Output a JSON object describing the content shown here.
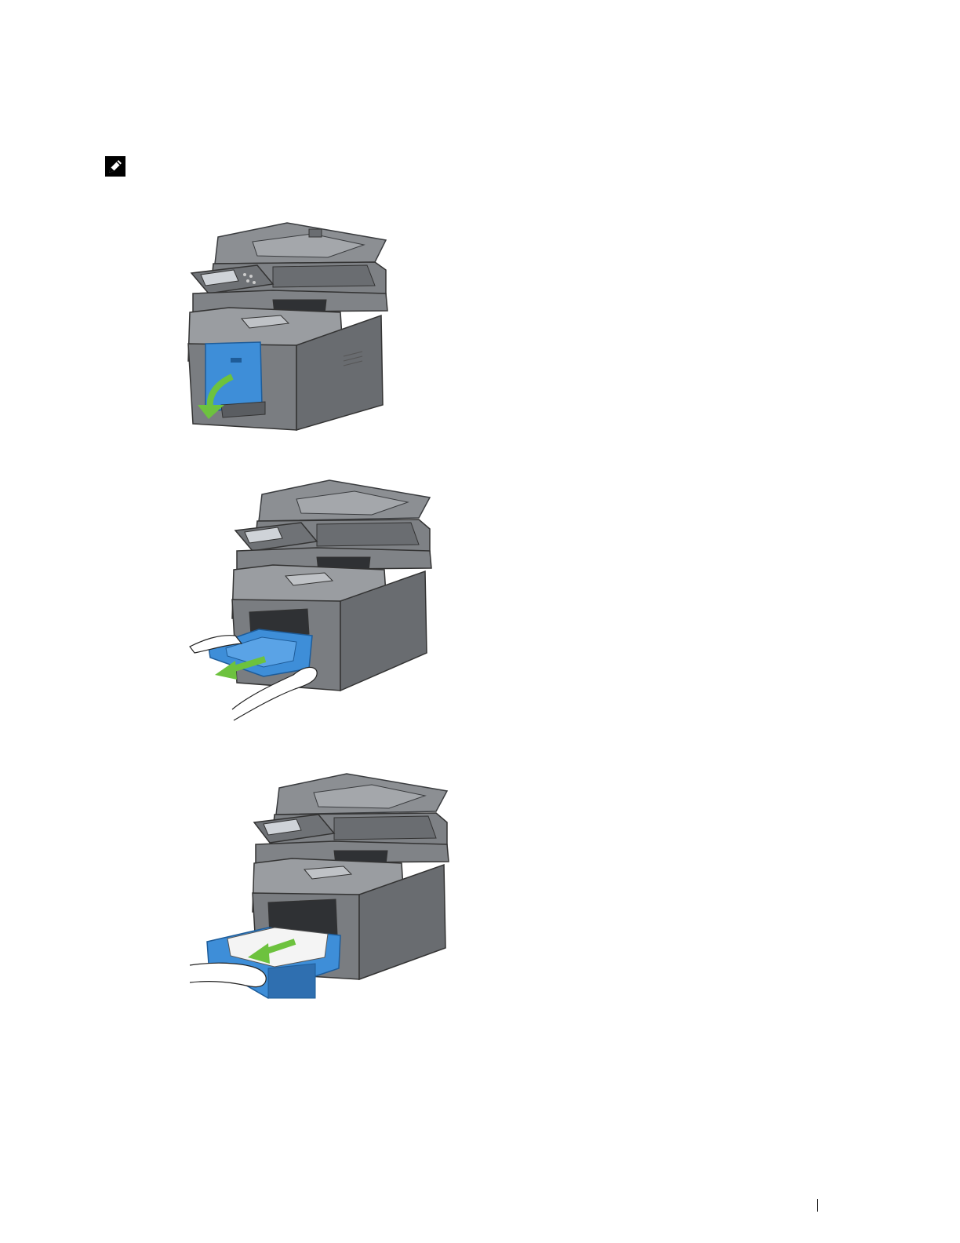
{
  "page": {
    "note": {
      "icon": "pencil-note-icon"
    },
    "figures": [
      {
        "name": "step-open-mpf-cover",
        "accent": "#3E8ED8",
        "arrow": "#6DC23E"
      },
      {
        "name": "step-pull-out-mpf",
        "accent": "#3E8ED8",
        "arrow": "#6DC23E"
      },
      {
        "name": "step-pull-out-tray",
        "accent": "#3E8ED8",
        "arrow": "#6DC23E"
      }
    ],
    "colors": {
      "printer_body": "#7E8185",
      "printer_dark": "#55585C",
      "printer_light": "#A4A7AB",
      "blue_part": "#3E8ED8",
      "green_arrow": "#6DC23E"
    }
  }
}
